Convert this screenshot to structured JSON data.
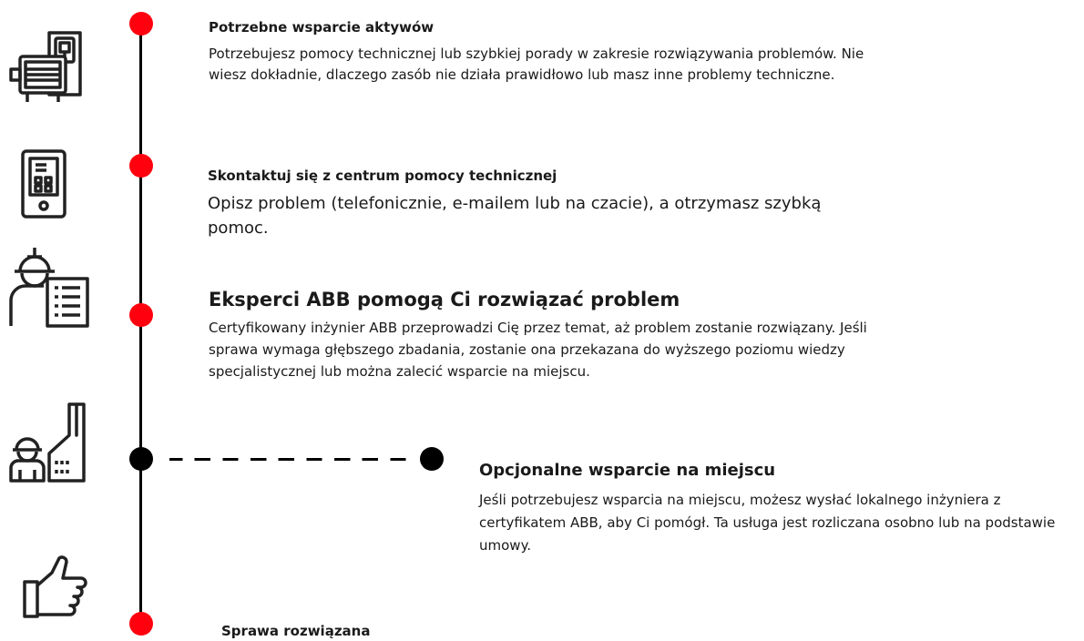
{
  "colors": {
    "accent": "#ff000f",
    "line": "#000000"
  },
  "steps": [
    {
      "title": "Potrzebne wsparcie aktywów",
      "desc": "Potrzebujesz pomocy technicznej lub szybkiej porady w zakresie rozwiązywania problemów. Nie wiesz dokładnie, dlaczego zasób nie działa prawidłowo lub masz inne problemy techniczne.",
      "icon": "motor-drive-icon"
    },
    {
      "title": "Skontaktuj się z centrum pomocy technicznej",
      "desc": "Opisz problem (telefonicznie, e-mailem lub na czacie), a otrzymasz szybką pomoc.",
      "icon": "phone-device-icon"
    },
    {
      "title": "Eksperci ABB pomogą Ci rozwiązać problem",
      "desc": "Certyfikowany inżynier ABB przeprowadzi Cię przez temat, aż problem zostanie rozwiązany. Jeśli sprawa wymaga głębszego zbadania, zostanie ona przekazana do wyższego poziomu wiedzy specjalistycznej lub można zalecić wsparcie na miejscu.",
      "icon": "engineer-document-icon"
    },
    {
      "title": "Opcjonalne wsparcie na miejscu",
      "desc": "Jeśli potrzebujesz wsparcia na miejscu, możesz wysłać lokalnego inżyniera z certyfikatem ABB, aby Ci pomógł. Ta usługa jest rozliczana osobno lub na podstawie umowy.",
      "icon": "engineer-factory-icon"
    },
    {
      "title": "Sprawa rozwiązana",
      "desc": "",
      "icon": "thumbs-up-icon"
    }
  ]
}
